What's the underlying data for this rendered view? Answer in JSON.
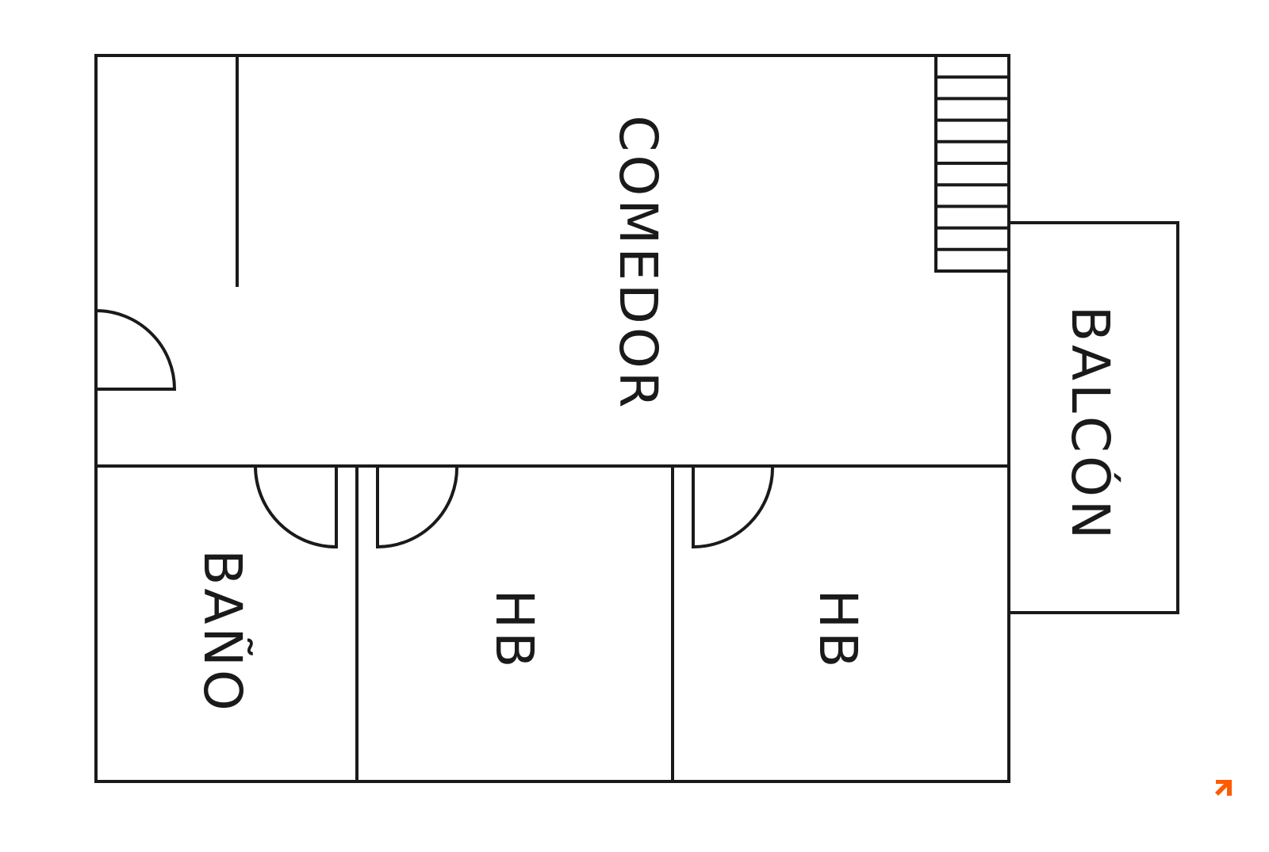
{
  "floor_plan": {
    "rooms": {
      "living_dining": "COMEDOR",
      "balcony": "BALCÓN",
      "bathroom": "BAÑO",
      "bedroom_1": "HB",
      "bedroom_2": "HB"
    }
  },
  "colors": {
    "wall": "#1a1a1a",
    "accent_icon": "#ff5a00"
  },
  "icons": {
    "corner": "arrow-up-right-icon"
  }
}
